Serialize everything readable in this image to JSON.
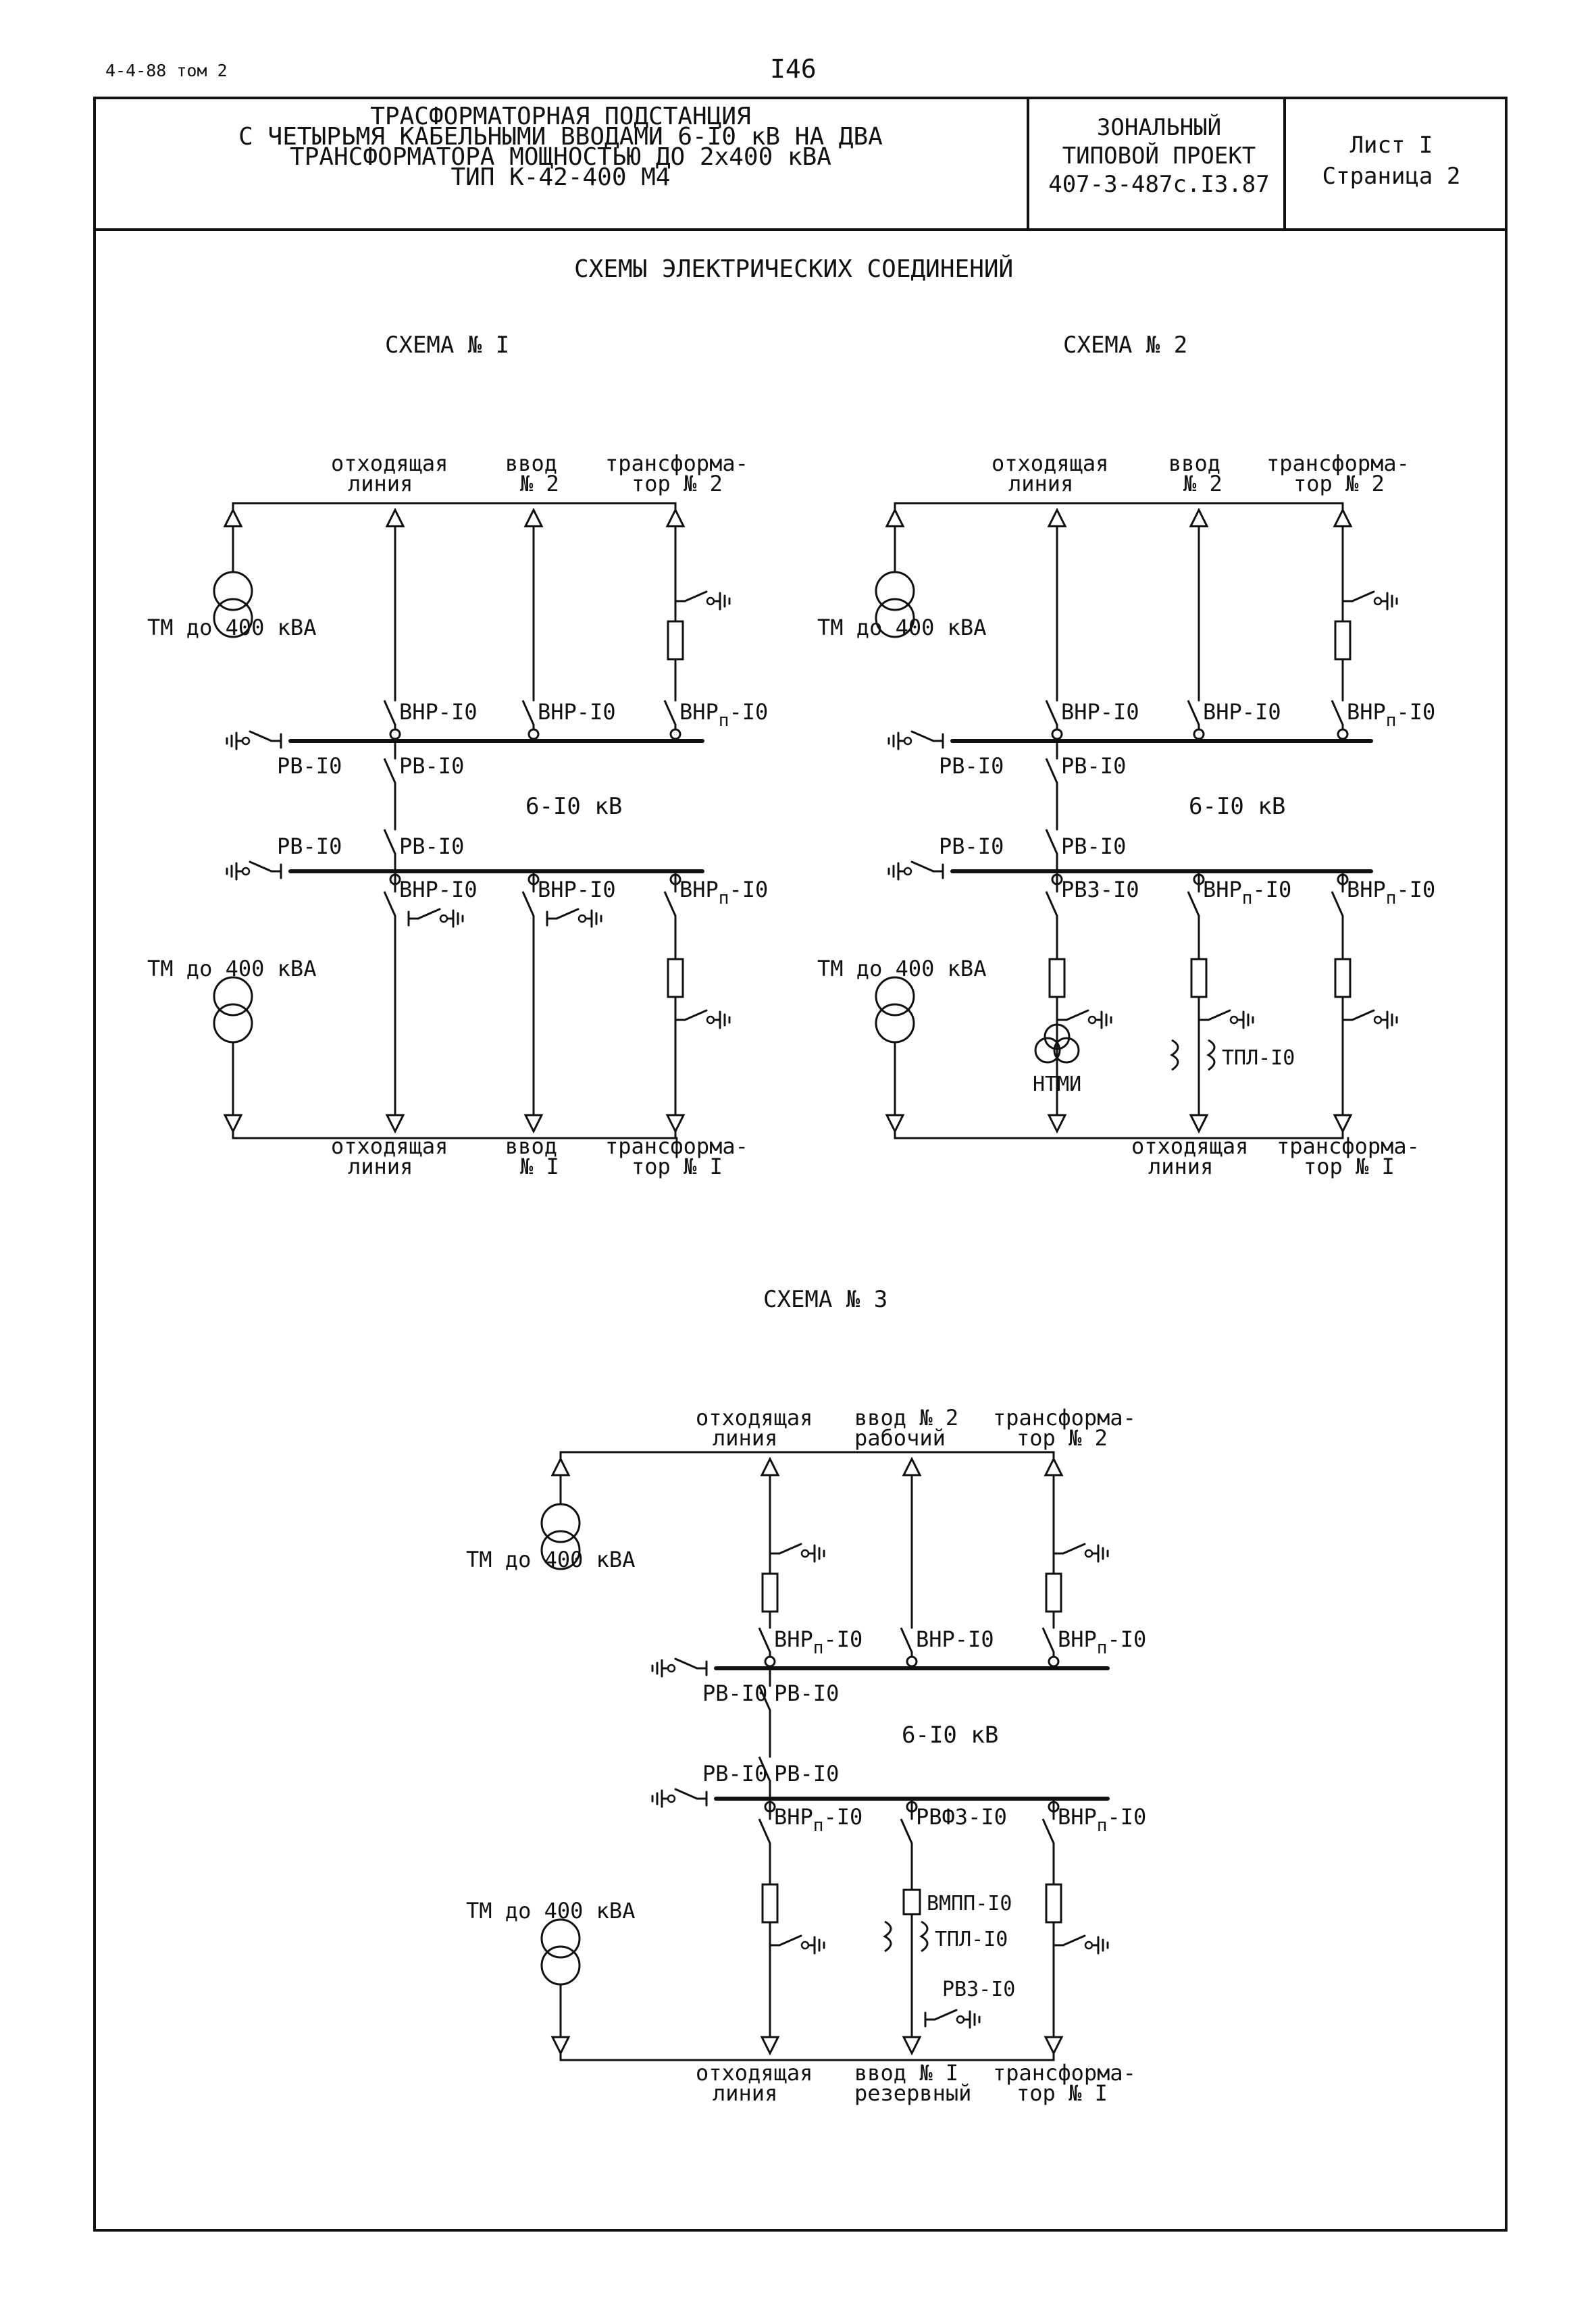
{
  "header": {
    "doc_code": "4-4-88 том 2",
    "page_number": "I46",
    "title_lines": [
      "ТРАСФОРМАТОРНАЯ ПОДСТАНЦИЯ",
      "С ЧЕТЫРЬМЯ КАБЕЛЬНЫМИ ВВОДАМИ 6-I0 кВ НА ДВА",
      "ТРАНСФОРМАТОРА МОЩНОСТЬЮ ДО 2х400 кВА",
      "ТИП К-42-400 М4"
    ],
    "project_lines": [
      "ЗОНАЛЬНЫЙ",
      "ТИПОВОЙ ПРОЕКТ",
      "407-3-487с.I3.87"
    ],
    "sheet_lines": [
      "Лист I",
      "Страница 2"
    ]
  },
  "main_title": "СХЕМЫ ЭЛЕКТРИЧЕСКИХ СОЕДИНЕНИЙ",
  "labels": {
    "scheme1": "СХЕМА № I",
    "scheme2": "СХЕМА № 2",
    "scheme3": "СХЕМА № 3",
    "tm": "ТМ до 400 кВА",
    "otkh1": "отходящая",
    "otkh2": "линия",
    "vvod": "ввод",
    "no2": "№ 2",
    "no1": "№ I",
    "tr1": "трансформа-",
    "tr2top": "тор № 2",
    "tr2bot": "тор № I",
    "vvod2": "ввод № 2",
    "vvod1": "ввод № I",
    "rab": "рабочий",
    "rez": "резервный",
    "voltage": "6-I0 кВ",
    "rv": "РВ-I0",
    "vnr": "ВНР-I0",
    "vnrp": "ВНР",
    "vnrp_sub": "п",
    "vnrp_tail": "-I0",
    "rvz": "РВЗ-I0",
    "rvfz": "РВФЗ-I0",
    "vmpp": "ВМПП-I0",
    "tpl": "ТПЛ-I0",
    "ntmi": "НТМИ"
  }
}
